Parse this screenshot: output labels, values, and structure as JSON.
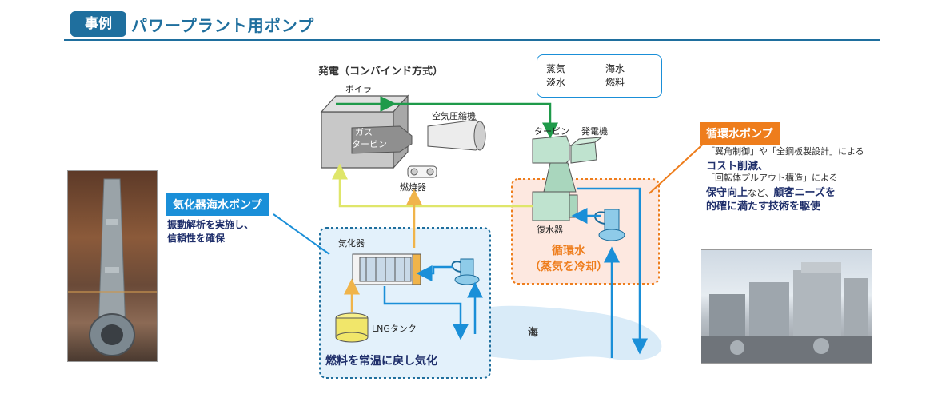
{
  "header": {
    "badge": "事例",
    "title": "パワープラント用ポンプ"
  },
  "diagram": {
    "title": "発電（コンバインド方式）",
    "labels": {
      "boiler": "ボイラ",
      "gas_turbine_line1": "ガス",
      "gas_turbine_line2": "タービン",
      "air_compressor": "空気圧縮機",
      "turbine": "タービン",
      "generator": "発電機",
      "combustor": "燃焼器",
      "condenser": "復水器",
      "vaporizer": "気化器",
      "lng_tank": "LNGタンク",
      "sea": "海"
    },
    "legend": {
      "steam": "蒸気",
      "seawater": "海水",
      "freshwater": "淡水",
      "fuel": "燃料"
    },
    "colors": {
      "steam": "#1f9a4a",
      "seawater": "#1a8fd8",
      "freshwater": "#dfe66a",
      "fuel": "#f0b44a",
      "accent_blue": "#1f6f9e",
      "accent_orange": "#ee7d1c"
    },
    "circulating_water": {
      "line1": "循環水",
      "line2": "（蒸気を冷却）"
    },
    "vaporizer_caption": "燃料を常温に戻し気化"
  },
  "vaporizer_pump": {
    "label": "気化器海水ポンプ",
    "desc_line1": "振動解析を実施し、",
    "desc_line2": "信頼性を確保"
  },
  "circulating_pump": {
    "label": "循環水ポンプ",
    "line1": "「翼角制御」や「全鋼板製設計」による",
    "line2": "コスト削減、",
    "line3": "「回転体プルアウト構造」による",
    "line4_part1": "保守向上",
    "line4_part2": "など、",
    "line4_part3": "顧客ニーズを",
    "line5": "的確に満たす技術を駆使"
  }
}
